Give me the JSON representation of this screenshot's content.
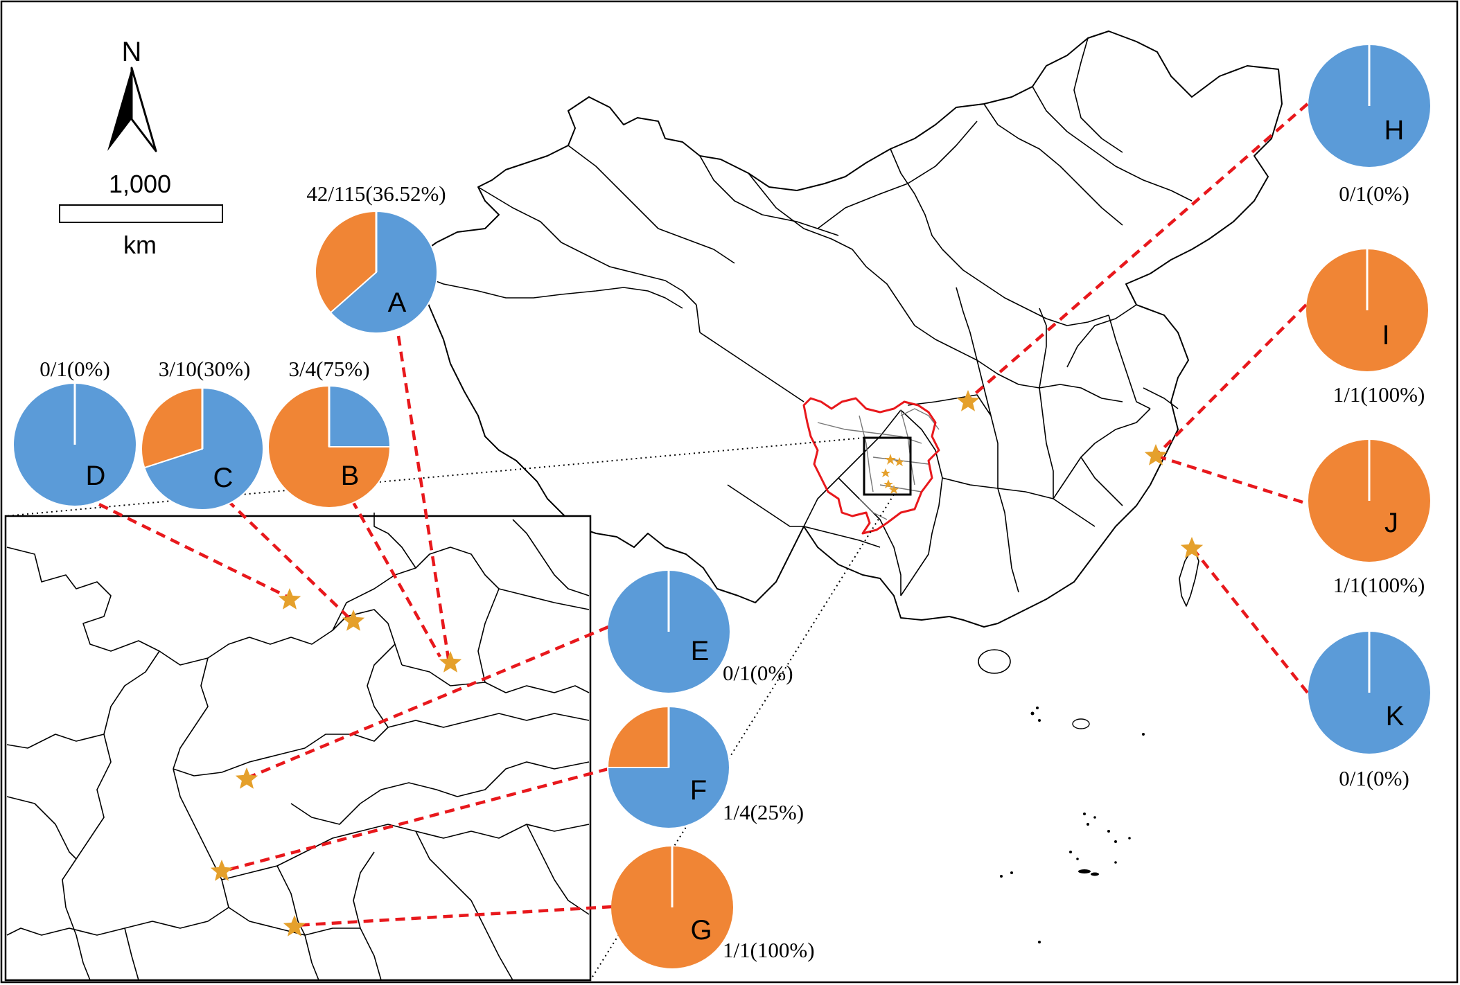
{
  "legend": {
    "north_label": "N",
    "scale_value": "1,000",
    "scale_unit": "km"
  },
  "colors": {
    "positive": "#f08535",
    "negative": "#5b9bd8",
    "star": "#e5a02b",
    "leader_line": "#e8181c",
    "sichuan_outline": "#e8181c"
  },
  "icons": {
    "north_arrow": "north-arrow-icon",
    "site_marker": "star-icon"
  },
  "sites": [
    {
      "id": "A",
      "label": "A",
      "positive": 42,
      "total": 115,
      "caption": "42/115(36.52%)"
    },
    {
      "id": "B",
      "label": "B",
      "positive": 3,
      "total": 4,
      "caption": "3/4(75%)"
    },
    {
      "id": "C",
      "label": "C",
      "positive": 3,
      "total": 10,
      "caption": "3/10(30%)"
    },
    {
      "id": "D",
      "label": "D",
      "positive": 0,
      "total": 1,
      "caption": "0/1(0%)"
    },
    {
      "id": "E",
      "label": "E",
      "positive": 0,
      "total": 1,
      "caption": "0/1(0%)"
    },
    {
      "id": "F",
      "label": "F",
      "positive": 1,
      "total": 4,
      "caption": "1/4(25%)"
    },
    {
      "id": "G",
      "label": "G",
      "positive": 1,
      "total": 1,
      "caption": "1/1(100%)"
    },
    {
      "id": "H",
      "label": "H",
      "positive": 0,
      "total": 1,
      "caption": "0/1(0%)"
    },
    {
      "id": "I",
      "label": "I",
      "positive": 1,
      "total": 1,
      "caption": "1/1(100%)"
    },
    {
      "id": "J",
      "label": "J",
      "positive": 1,
      "total": 1,
      "caption": "1/1(100%)"
    },
    {
      "id": "K",
      "label": "K",
      "positive": 0,
      "total": 1,
      "caption": "0/1(0%)"
    }
  ]
}
